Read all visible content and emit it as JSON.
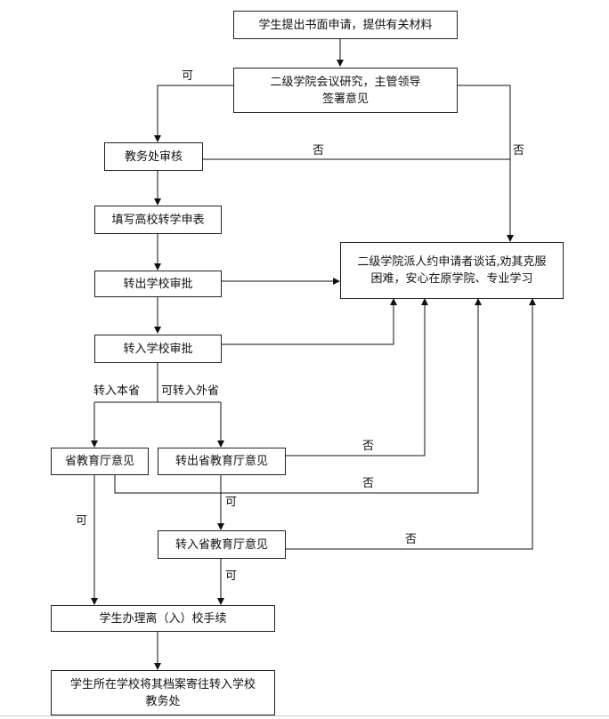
{
  "nodes": {
    "apply": "学生提出书面申请，提供有关材料",
    "college_review_1": "二级学院会议研究，主管领导",
    "college_review_2": "签署意见",
    "academic_affairs": "教务处审核",
    "fill_form": "填写高校转学申表",
    "out_approval": "转出学校审批",
    "in_approval": "转入学校审批",
    "persuade_1": "二级学院派人约申请者谈话,劝其克服",
    "persuade_2": "困难，安心在原学院、专业学习",
    "province_opinion": "省教育厅意见",
    "out_province_opinion": "转出省教育厅意见",
    "in_province_opinion": "转入省教育厅意见",
    "procedure": "学生办理离（入）校手续",
    "archive_1": "学生所在学校将其档案寄往转入学校",
    "archive_2": "教务处"
  },
  "labels": {
    "yes_top": "可",
    "no_academic": "否",
    "no_college": "否",
    "in_province": "转入本省",
    "out_province": "可转入外省",
    "no_out_province": "否",
    "no_province": "否",
    "yes_out_province": "可",
    "no_in_province": "否",
    "yes_province": "可",
    "yes_in_province": "可"
  }
}
